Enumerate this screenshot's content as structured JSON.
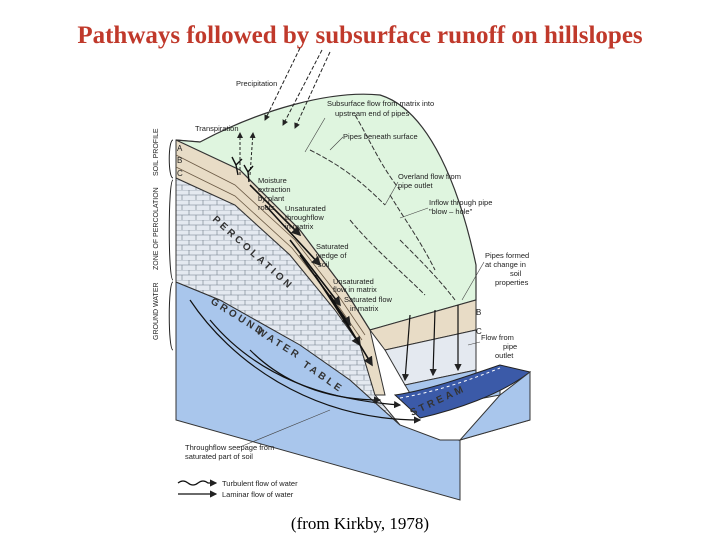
{
  "title": "Pathways followed by subsurface runoff on hillslopes",
  "caption": "(from Kirkby, 1978)",
  "colors": {
    "title": "#c0392b",
    "surface": "#dff5df",
    "soil": "#e8dcc6",
    "bedrock": "#e4e9f0",
    "groundwater": "#a9c6ec",
    "stream": "#3b5aa8"
  },
  "labels": {
    "precipitation": "Precipitation",
    "transpiration": "Transpiration",
    "subsurface_flow_1": "Subsurface flow from matrix into",
    "subsurface_flow_2": "upstream end of pipes",
    "pipes_beneath": "Pipes beneath surface",
    "overland_1": "Overland flow from",
    "overland_2": "pipe outlet",
    "inflow_1": "Inflow through pipe",
    "inflow_2": "\"blow – hole\"",
    "moisture_1": "Moisture",
    "moisture_2": "extraction",
    "moisture_3": "by plant",
    "moisture_4": "roots",
    "unsat_1": "Unsaturated",
    "unsat_2": "throughflow",
    "unsat_3": "in matrix",
    "satwedge_1": "Saturated",
    "satwedge_2": "wedge of",
    "satwedge_3": "soil",
    "unsatflow_1": "Unsaturated",
    "unsatflow_2": "flow in matrix",
    "satflow_1": "Saturated flow",
    "satflow_2": "in matrix",
    "pipes_formed_1": "Pipes formed",
    "pipes_formed_2": "at change in",
    "pipes_formed_3": "soil",
    "pipes_formed_4": "properties",
    "flow_pipe_1": "Flow from",
    "flow_pipe_2": "pipe",
    "flow_pipe_3": "outlet",
    "seepage_1": "Throughflow seepage from",
    "seepage_2": "saturated part of soil",
    "soil_profile": "SOIL PROFILE",
    "zone_of_percolation": "ZONE OF PERCOLATION",
    "ground_water": "GROUND WATER",
    "percolation": "PERCOLATION",
    "ground": "GROUND",
    "water": "WATER",
    "table": "TABLE",
    "stream": "STREAM",
    "horizon_a": "A",
    "horizon_b": "B",
    "horizon_c": "C",
    "right_b": "B",
    "right_c": "C"
  },
  "legend": [
    {
      "label": "Turbulent flow of water"
    },
    {
      "label": "Laminar flow of water"
    }
  ]
}
